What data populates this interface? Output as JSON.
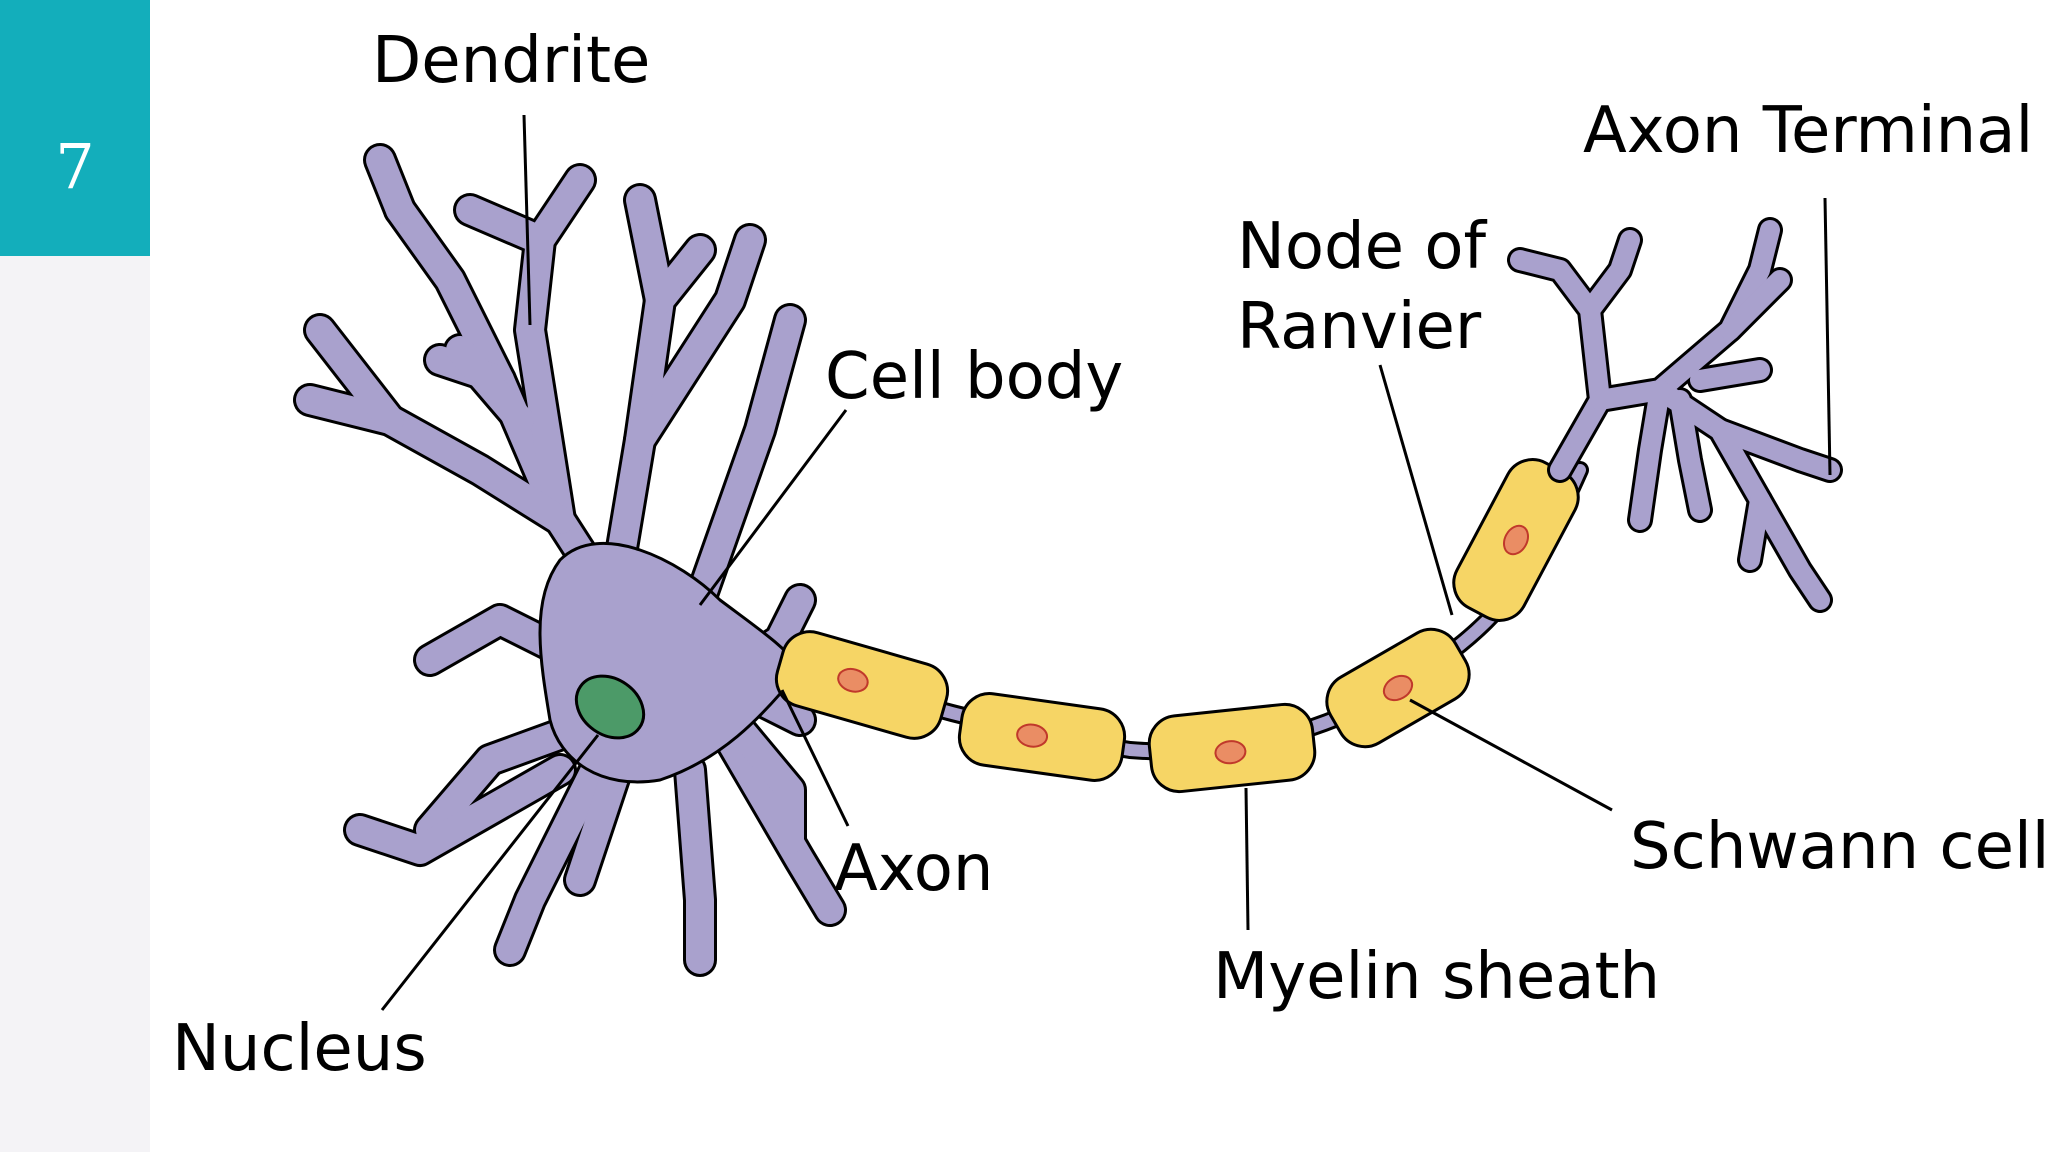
{
  "slide": {
    "number": "7"
  },
  "diagram": {
    "labels": {
      "dendrite": "Dendrite",
      "cell_body": "Cell body",
      "node_of_ranvier_line1": "Node of",
      "node_of_ranvier_line2": "Ranvier",
      "axon_terminal": "Axon Terminal",
      "schwann_cell": "Schwann cell",
      "myelin_sheath": "Myelin sheath",
      "axon": "Axon",
      "nucleus": "Nucleus"
    },
    "colors": {
      "neuron_body": "#a9a1cd",
      "nucleus": "#4c9a68",
      "myelin": "#f6d565",
      "schwann_nucleus": "#ea8d64",
      "outline": "#000000",
      "badge": "#13aebb"
    }
  }
}
